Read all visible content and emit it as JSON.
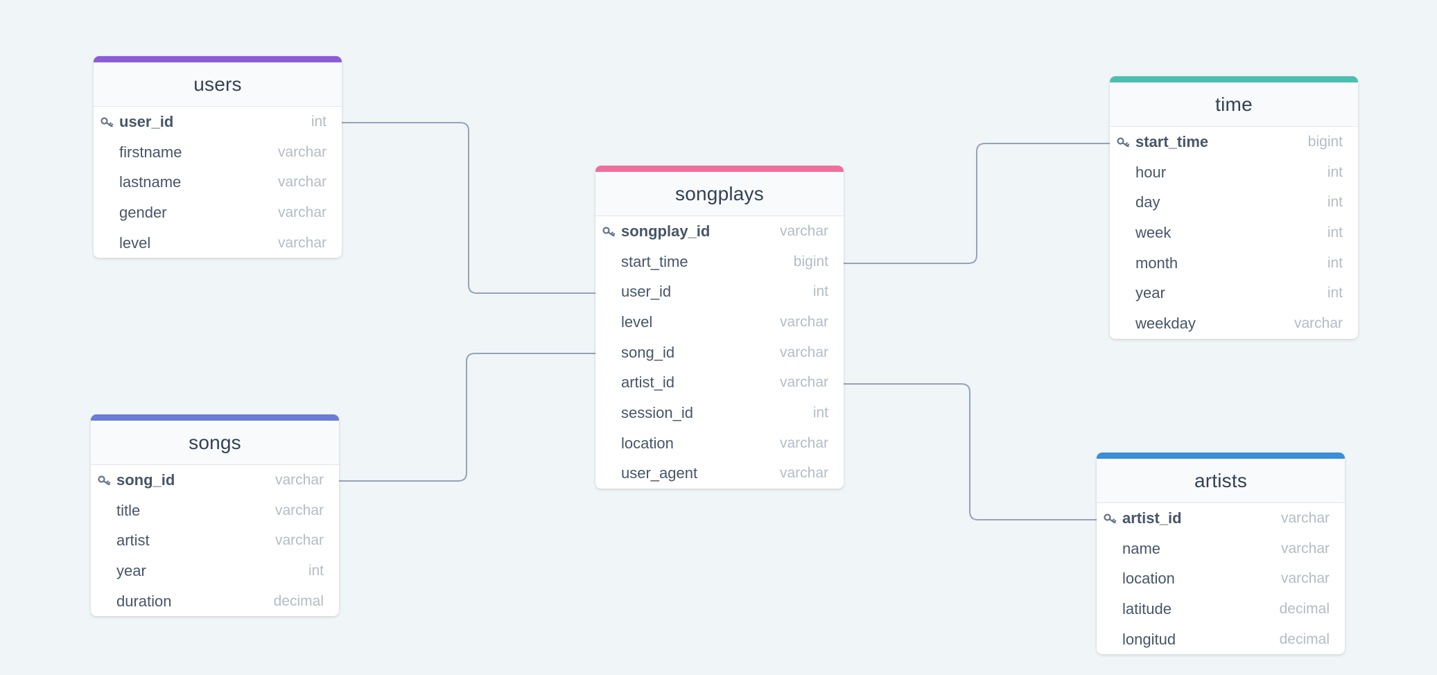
{
  "colors": {
    "background": "#f0f5f8",
    "connector": "#94a3b8",
    "users": "#8b5cd6",
    "songplays": "#f06f9a",
    "songs": "#6b7bd6",
    "time": "#4dbfb0",
    "artists": "#3a8fd9"
  },
  "tables": [
    {
      "id": "users",
      "title": "users",
      "accent": "#8b5cd6",
      "columns": [
        {
          "name": "user_id",
          "type": "int",
          "pk": true
        },
        {
          "name": "firstname",
          "type": "varchar",
          "pk": false
        },
        {
          "name": "lastname",
          "type": "varchar",
          "pk": false
        },
        {
          "name": "gender",
          "type": "varchar",
          "pk": false
        },
        {
          "name": "level",
          "type": "varchar",
          "pk": false
        }
      ]
    },
    {
      "id": "songplays",
      "title": "songplays",
      "accent": "#f06f9a",
      "columns": [
        {
          "name": "songplay_id",
          "type": "varchar",
          "pk": true
        },
        {
          "name": "start_time",
          "type": "bigint",
          "pk": false
        },
        {
          "name": "user_id",
          "type": "int",
          "pk": false
        },
        {
          "name": "level",
          "type": "varchar",
          "pk": false
        },
        {
          "name": "song_id",
          "type": "varchar",
          "pk": false
        },
        {
          "name": "artist_id",
          "type": "varchar",
          "pk": false
        },
        {
          "name": "session_id",
          "type": "int",
          "pk": false
        },
        {
          "name": "location",
          "type": "varchar",
          "pk": false
        },
        {
          "name": "user_agent",
          "type": "varchar",
          "pk": false
        }
      ]
    },
    {
      "id": "time",
      "title": "time",
      "accent": "#4dbfb0",
      "columns": [
        {
          "name": "start_time",
          "type": "bigint",
          "pk": true
        },
        {
          "name": "hour",
          "type": "int",
          "pk": false
        },
        {
          "name": "day",
          "type": "int",
          "pk": false
        },
        {
          "name": "week",
          "type": "int",
          "pk": false
        },
        {
          "name": "month",
          "type": "int",
          "pk": false
        },
        {
          "name": "year",
          "type": "int",
          "pk": false
        },
        {
          "name": "weekday",
          "type": "varchar",
          "pk": false
        }
      ]
    },
    {
      "id": "songs",
      "title": "songs",
      "accent": "#6b7bd6",
      "columns": [
        {
          "name": "song_id",
          "type": "varchar",
          "pk": true
        },
        {
          "name": "title",
          "type": "varchar",
          "pk": false
        },
        {
          "name": "artist",
          "type": "varchar",
          "pk": false
        },
        {
          "name": "year",
          "type": "int",
          "pk": false
        },
        {
          "name": "duration",
          "type": "decimal",
          "pk": false
        }
      ]
    },
    {
      "id": "artists",
      "title": "artists",
      "accent": "#3a8fd9",
      "columns": [
        {
          "name": "artist_id",
          "type": "varchar",
          "pk": true
        },
        {
          "name": "name",
          "type": "varchar",
          "pk": false
        },
        {
          "name": "location",
          "type": "varchar",
          "pk": false
        },
        {
          "name": "latitude",
          "type": "decimal",
          "pk": false
        },
        {
          "name": "longitud",
          "type": "decimal",
          "pk": false
        }
      ]
    }
  ],
  "relationships": [
    {
      "from_table": "users",
      "from_column": "user_id",
      "to_table": "songplays",
      "to_column": "user_id"
    },
    {
      "from_table": "songs",
      "from_column": "song_id",
      "to_table": "songplays",
      "to_column": "song_id"
    },
    {
      "from_table": "songplays",
      "from_column": "start_time",
      "to_table": "time",
      "to_column": "start_time"
    },
    {
      "from_table": "songplays",
      "from_column": "artist_id",
      "to_table": "artists",
      "to_column": "artist_id"
    }
  ]
}
